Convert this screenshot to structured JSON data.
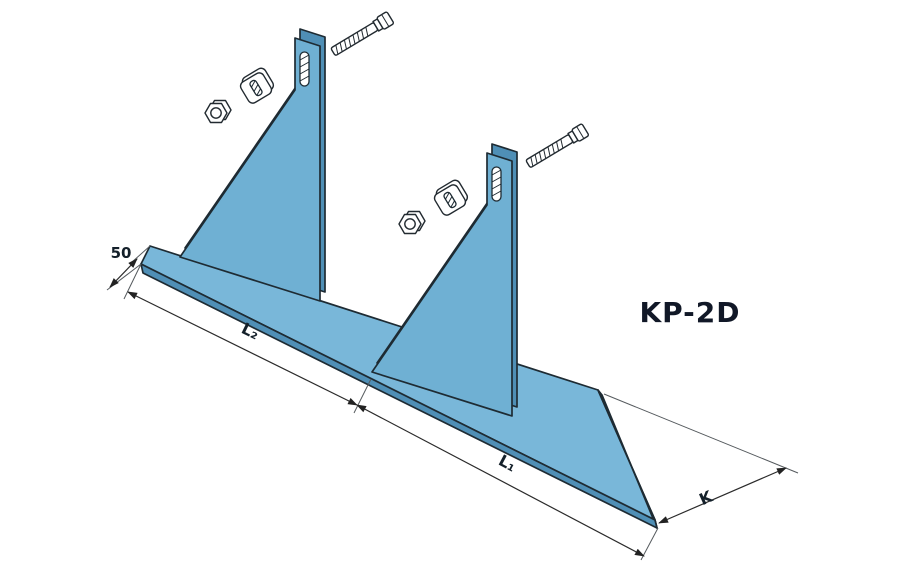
{
  "product_label": "KP-2D",
  "dimensions": {
    "flange_width": "50",
    "length_middle": "L₂",
    "length_end": "L₁",
    "end_width": "K"
  },
  "colors": {
    "body": "#6FB0D3",
    "body_top": "#79B7D9",
    "body_shadow": "#4F8FB6",
    "outline": "#1E2B33",
    "dimension_lines": "#2B2B2B",
    "label_text": "#14202A",
    "background": "#FFFFFF"
  }
}
